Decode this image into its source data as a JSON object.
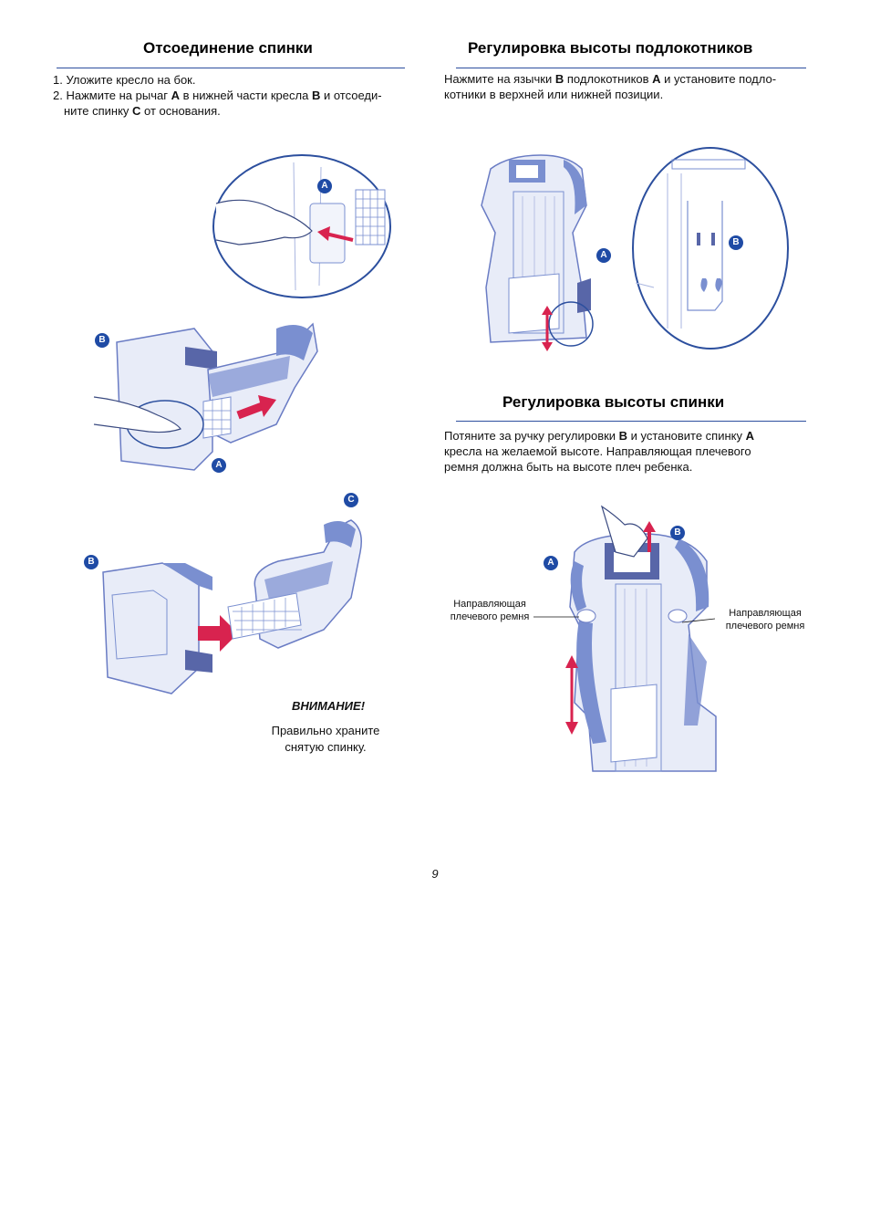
{
  "left": {
    "title": "Отсоединение спинки",
    "steps": [
      {
        "pre": "1. Уложите кресло на бок.",
        "b1": "",
        "mid1": "",
        "b2": "",
        "mid2": "",
        "b3": "",
        "post": ""
      },
      {
        "pre": "2. Нажмите на рычаг ",
        "b1": "A",
        "mid1": " в нижней части кресла ",
        "b2": "B",
        "mid2": " и отсоеди-",
        "line2pre": "ните спинку ",
        "b3": "C",
        "post": " от основания."
      }
    ],
    "callouts": {
      "a": "A",
      "b": "B",
      "c": "C"
    },
    "warning_title": "ВНИМАНИЕ!",
    "warning_line1": "Правильно храните",
    "warning_line2": "снятую спинку."
  },
  "armrest": {
    "title": "Регулировка высоты подлокотников",
    "line1_pre": "Нажмите на язычки ",
    "line1_b1": "B",
    "line1_mid": " подлокотников ",
    "line1_b2": "A",
    "line1_post": " и установите подло-",
    "line2": "котники в верхней или нижней позиции.",
    "callouts": {
      "a": "A",
      "b": "B"
    }
  },
  "backrest": {
    "title": "Регулировка высоты спинки",
    "line1_pre": "Потяните за ручку регулировки ",
    "line1_b1": "B",
    "line1_mid": " и установите спинку ",
    "line1_b2": "A",
    "line2": "кресла на желаемой высоте. Направляющая плечевого",
    "line3": "ремня должна быть на высоте плеч ребенка.",
    "guide_label_line1": "Направляющая",
    "guide_label_line2": "плечевого ремня",
    "callouts": {
      "a": "A",
      "b": "B"
    }
  },
  "page_number": "9",
  "colors": {
    "accent_blue": "#2c4f9e",
    "callout": "#1f4ba5",
    "arrow_red": "#d8234f",
    "seat_fill": "#e8ecf8",
    "seat_dark": "#7a8fd0"
  }
}
